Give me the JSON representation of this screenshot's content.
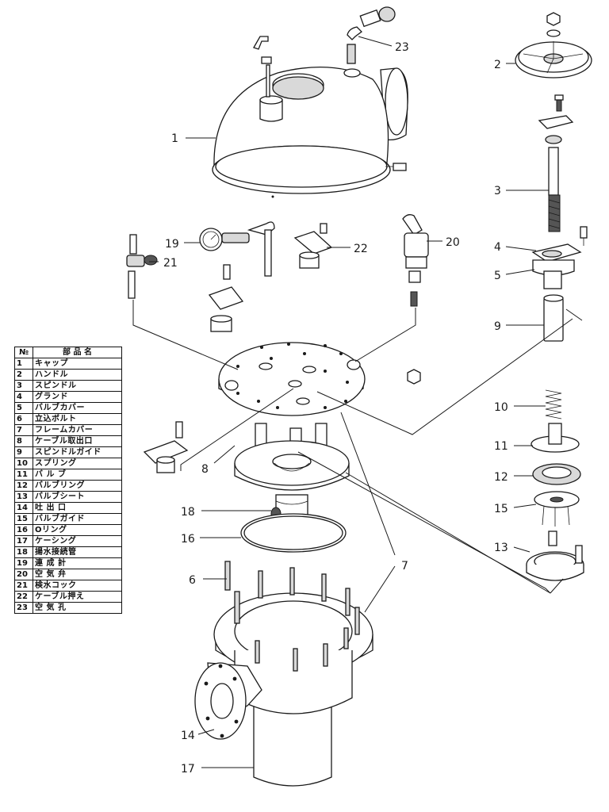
{
  "table": {
    "headers": [
      "№",
      "部 品 名"
    ],
    "rows": [
      {
        "no": "1",
        "name": "キャップ"
      },
      {
        "no": "2",
        "name": "ハンドル"
      },
      {
        "no": "3",
        "name": "スピンドル"
      },
      {
        "no": "4",
        "name": "グランド"
      },
      {
        "no": "5",
        "name": "バルブカバー"
      },
      {
        "no": "6",
        "name": "立込ボルト"
      },
      {
        "no": "7",
        "name": "フレームカバー"
      },
      {
        "no": "8",
        "name": "ケーブル取出口"
      },
      {
        "no": "9",
        "name": "スピンドルガイド"
      },
      {
        "no": "10",
        "name": "スプリング"
      },
      {
        "no": "11",
        "name": "バ ル ブ"
      },
      {
        "no": "12",
        "name": "バルブリング"
      },
      {
        "no": "13",
        "name": "バルブシート"
      },
      {
        "no": "14",
        "name": "吐 出 口"
      },
      {
        "no": "15",
        "name": "バルブガイド"
      },
      {
        "no": "16",
        "name": "Oリング"
      },
      {
        "no": "17",
        "name": "ケーシング"
      },
      {
        "no": "18",
        "name": "揚水接続管"
      },
      {
        "no": "19",
        "name": "連 成 計"
      },
      {
        "no": "20",
        "name": "空 気 弁"
      },
      {
        "no": "21",
        "name": "検水コック"
      },
      {
        "no": "22",
        "name": "ケーブル押え"
      },
      {
        "no": "23",
        "name": "空 気 孔"
      }
    ]
  },
  "callouts": {
    "c1": "1",
    "c2": "2",
    "c3": "3",
    "c4": "4",
    "c5": "5",
    "c6": "6",
    "c7": "7",
    "c8": "8",
    "c9": "9",
    "c10": "10",
    "c11": "11",
    "c12": "12",
    "c13": "13",
    "c14": "14",
    "c15": "15",
    "c16": "16",
    "c17": "17",
    "c18": "18",
    "c19": "19",
    "c20": "20",
    "c21": "21",
    "c22": "22",
    "c23": "23"
  }
}
